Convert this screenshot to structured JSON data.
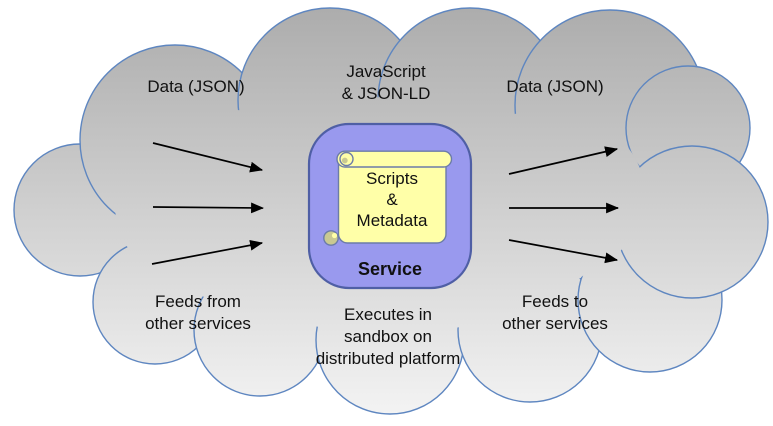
{
  "labels": {
    "data_left": "Data (JSON)",
    "top_center": [
      "JavaScript",
      "& JSON-LD"
    ],
    "data_right": "Data (JSON)",
    "feeds_from": [
      "Feeds from",
      "other services"
    ],
    "executes": [
      "Executes in",
      "sandbox on",
      "distributed platform"
    ],
    "feeds_to": [
      "Feeds to",
      "other services"
    ],
    "scroll": [
      "Scripts",
      "&",
      "Metadata"
    ],
    "service": "Service"
  },
  "colors": {
    "background": "#FFFFFF",
    "cloud_outline": "#5E86C0",
    "cloud_top": "#ACACAC",
    "cloud_bottom": "#F4F4F4",
    "box_fill": "#9999EE",
    "box_outline": "#4F5FA5",
    "scroll_fill": "#FFFFA8",
    "scroll_outline": "#6C7CA8",
    "scroll_curl": "#C9C992",
    "arrow": "#000000",
    "text": "#111111"
  }
}
